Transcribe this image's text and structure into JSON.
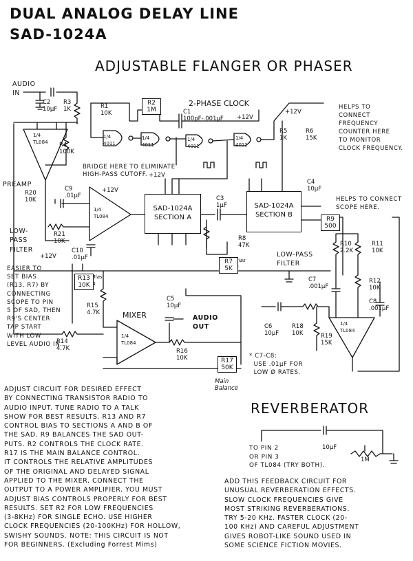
{
  "header": {
    "title_line1": "DUAL ANALOG DELAY LINE",
    "title_line2": "SAD-1024A",
    "subtitle": "ADJUSTABLE FLANGER OR PHASER"
  },
  "reverb": {
    "title": "REVERBERATOR"
  },
  "labels": {
    "audio_in": "AUDIO\nIN",
    "preamp": "PREAMP",
    "lowpass1": "LOW-\nPASS\nFILTER",
    "lowpass2": "LOW-PASS\nFILTER",
    "mixer": "MIXER",
    "clock": "2-PHASE CLOCK",
    "bridge": "BRIDGE HERE TO ELIMINATE\nHIGH-PASS CUTOFF.",
    "connect_freq": "HELPS TO\nCONNECT\nFREQUENCY\nCOUNTER HERE\nTO MONITOR\nCLOCK FREQUENCY.",
    "connect_scope": "HELPS TO CONNECT\nSCOPE HERE.",
    "audio_out": "AUDIO\nOUT",
    "bias_note": "EASIER TO\nSET BIAS\n(R13, R7) BY\nCONNECTING\nSCOPE TO PIN\n5 OF SAD, THEN\nR9'S CENTER\nTAP START\nWITH LOW\nLEVEL AUDIO IN.",
    "cap_note": "* C7-C8:\n  USE .01μF FOR\n  LOW Ø RATES.",
    "main_balance": "Main\nBalance",
    "bias_a": "Bias\nA",
    "bias_b": "Bias\nB"
  },
  "chips": {
    "a_line1": "SAD-1024A",
    "a_line2": "SECTION A",
    "b_line1": "SAD-1024A",
    "b_line2": "SECTION B"
  },
  "components": {
    "r1": "R1\n10K",
    "r2": "R2\n1M",
    "r3": "R3\n1K",
    "r4": "R4\n100K",
    "r5": "R5\n1K",
    "r6": "R6\n15K",
    "r7": "R7\n5K",
    "r8": "R8\n47K",
    "r9": "R9\n500",
    "r10": "R10\n2.2K",
    "r11": "R11\n10K",
    "r12": "R12\n10K",
    "r13": "R13\n10K",
    "r14": "R14\n4.7K",
    "r15": "R15\n4.7K",
    "r16": "R16\n10K",
    "r17": "R17\n50K",
    "r18": "R18\n10K",
    "r19": "R19\n15K",
    "r20": "R20\n10K",
    "r21": "R21\n10K",
    "c1": "C1\n100pF-.001μF",
    "c2": "C2\n10μF",
    "c3": "C3\n1μF",
    "c4": "C4\n10μF",
    "c5": "C5\n10μF",
    "c6": "C6\n10μF",
    "c7": "C7\n.001μF",
    "c8": "C8\n.001μF",
    "c9": "C9\n.01μF",
    "c10": "C10\n.01μF",
    "gate": "1/4\n4011",
    "opamp": "1/4\nTL084",
    "plus12": "+12V",
    "reverb_cap": "10μF",
    "reverb_pot": "1M",
    "reverb_to": "TO PIN 2\nOR PIN 3\nOF TL084 (TRY BOTH)."
  },
  "notes": {
    "left_paragraph": "ADJUST CIRCUIT FOR DESIRED EFFECT\nBY CONNECTING TRANSISTOR RADIO TO\nAUDIO INPUT. TUNE RADIO TO A TALK\nSHOW FOR BEST RESULTS. R13 AND R7\nCONTROL BIAS TO SECTIONS A AND B OF\nTHE SAD. R9 BALANCES THE SAD OUT-\nPUTS. R2 CONTROLS THE CLOCK RATE.\nR17 IS THE MAIN BALANCE CONTROL.\nIT CONTROLS THE RELATIVE AMPLITUDES\nOF THE ORIGINAL AND DELAYED SIGNAL\nAPPLIED TO THE MIXER. CONNECT THE\nOUTPUT TO A POWER AMPLIFIER. YOU MUST\nADJUST BIAS CONTROLS PROPERLY FOR BEST\nRESULTS. SET R2 FOR LOW FREQUENCIES\n(3-8KHz) FOR SINGLE ECHO. USE HIGHER\nCLOCK FREQUENCIES (20-100KHz) FOR HOLLOW,\nSWISHY SOUNDS. NOTE: THIS CIRCUIT IS NOT\nFOR BEGINNERS. (Excluding Forrest Mims)",
    "right_paragraph": "ADD THIS FEEDBACK CIRCUIT FOR\nUNUSUAL REVERBERATION EFFECTS.\nSLOW CLOCK FREQUENCIES GIVE\nMOST STRIKING REVERBERATIONS.\nTRY 5-20 KHz. FASTER CLOCK (20-\n100 KHz) AND CAREFUL ADJUSTMENT\nGIVES ROBOT-LIKE SOUND USED IN\nSOME SCIENCE FICTION MOVIES."
  }
}
